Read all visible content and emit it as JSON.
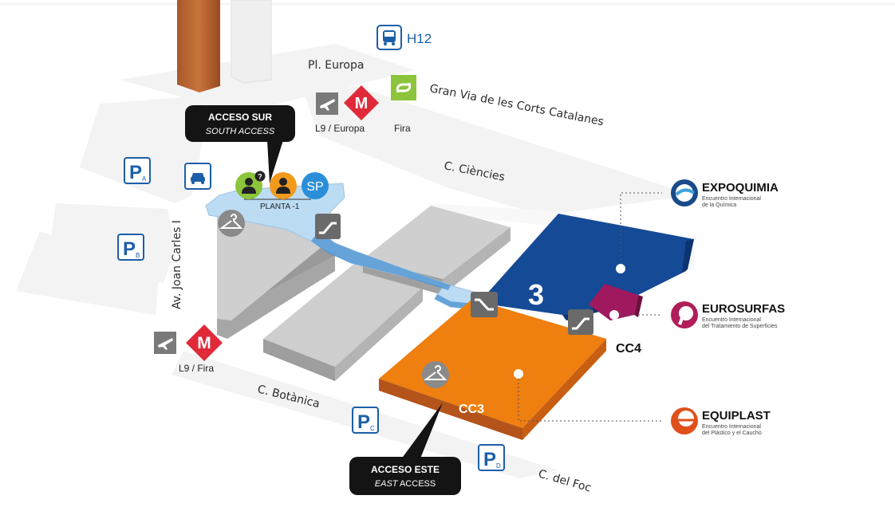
{
  "streets": {
    "pl_europa": "Pl. Europa",
    "gran_via": "Gran Via de les Corts Catalanes",
    "c_ciencies": "C. Ciències",
    "av_joan_carles": "Av. Joan  Carles I",
    "c_botanica": "C. Botànica",
    "c_foc": "C. del Foc"
  },
  "transport": {
    "bus_line": "H12",
    "metro_north_label": "L9  / Europa",
    "fgc_label": "Fira",
    "metro_south_label": "L9  / Fira"
  },
  "parking": {
    "p_label": "P",
    "a": "A",
    "b": "B",
    "c": "C",
    "d": "D"
  },
  "access": {
    "south_title": "ACCESO SUR",
    "south_sub": "SOUTH ACCESS",
    "east_title": "ACCESO ESTE",
    "east_sub_italic": "EAST",
    "east_sub_rest": " ACCESS"
  },
  "venue": {
    "planta": "PLANTA -1",
    "sp": "SP",
    "info_badge": "?",
    "hall_number": "3",
    "cc3": "CC3",
    "cc4": "CC4"
  },
  "exhibitions": [
    {
      "name": "EXPOQUIMIA",
      "desc_lines": [
        "Encuentro Internacional",
        "de la Química"
      ],
      "color": "#1a4a8a"
    },
    {
      "name": "EUROSURFAS",
      "desc_lines": [
        "Encuentro Internacional",
        "del Tratamiento de Superficies"
      ],
      "color": "#b01e5a"
    },
    {
      "name": "EQUIPLAST",
      "desc_lines": [
        "Encuentro Internacional",
        "del Plástico y el Caucho"
      ],
      "color": "#e0501a"
    }
  ],
  "colors": {
    "hall3": "#154a96",
    "cc3": "#ef7f0e",
    "cc4": "#a0185e",
    "walkway": "#bcdcf4",
    "metro": "#e02a3a",
    "bus": "#1c5fa8",
    "fgc": "#8cc43c",
    "parking": "#1c5fa8"
  },
  "icons": [
    "bus-icon",
    "plane-icon",
    "metro-icon",
    "fgc-icon",
    "taxi-icon",
    "parking-icon",
    "info-person-icon",
    "person-icon",
    "hanger-icon",
    "escalator-icon"
  ]
}
